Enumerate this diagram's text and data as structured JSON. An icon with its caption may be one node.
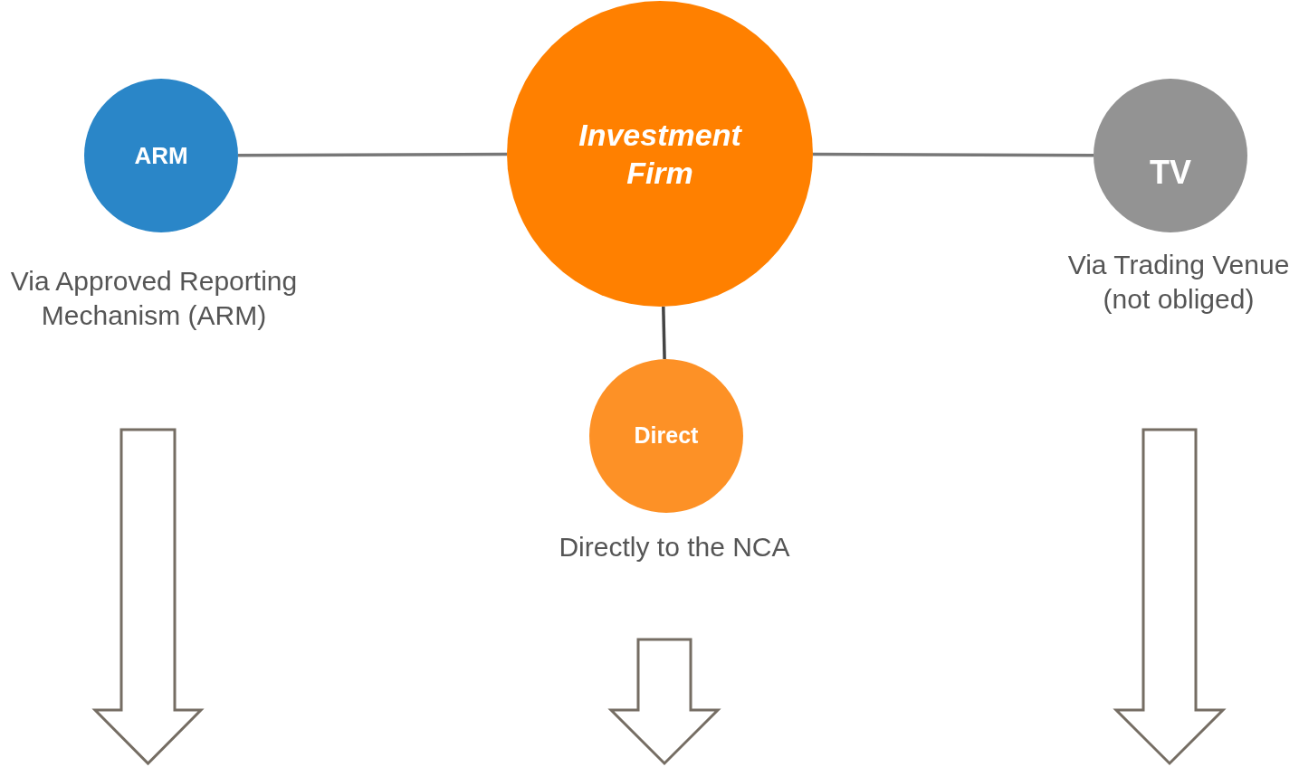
{
  "diagram": {
    "nodes": [
      {
        "text": [
          "Investment Firm"
        ]
      },
      {
        "text": [
          "ARM"
        ],
        "beside": [
          "Via Approved Reporting Mechanism (ARM)"
        ]
      },
      {
        "text": [
          "TV"
        ],
        "beside": [
          "Via Trading Venue (not obliged)"
        ]
      },
      {
        "text": [
          "Direct"
        ],
        "beside": [
          "Directly to the NCA"
        ]
      }
    ],
    "edges": [
      {
        "from": 1,
        "to": 0,
        "arrow": "none"
      },
      {
        "from": 0,
        "to": 2,
        "arrow": "none"
      },
      {
        "from": 0,
        "to": 3,
        "arrow": "none",
        "color": "#444444"
      }
    ]
  }
}
